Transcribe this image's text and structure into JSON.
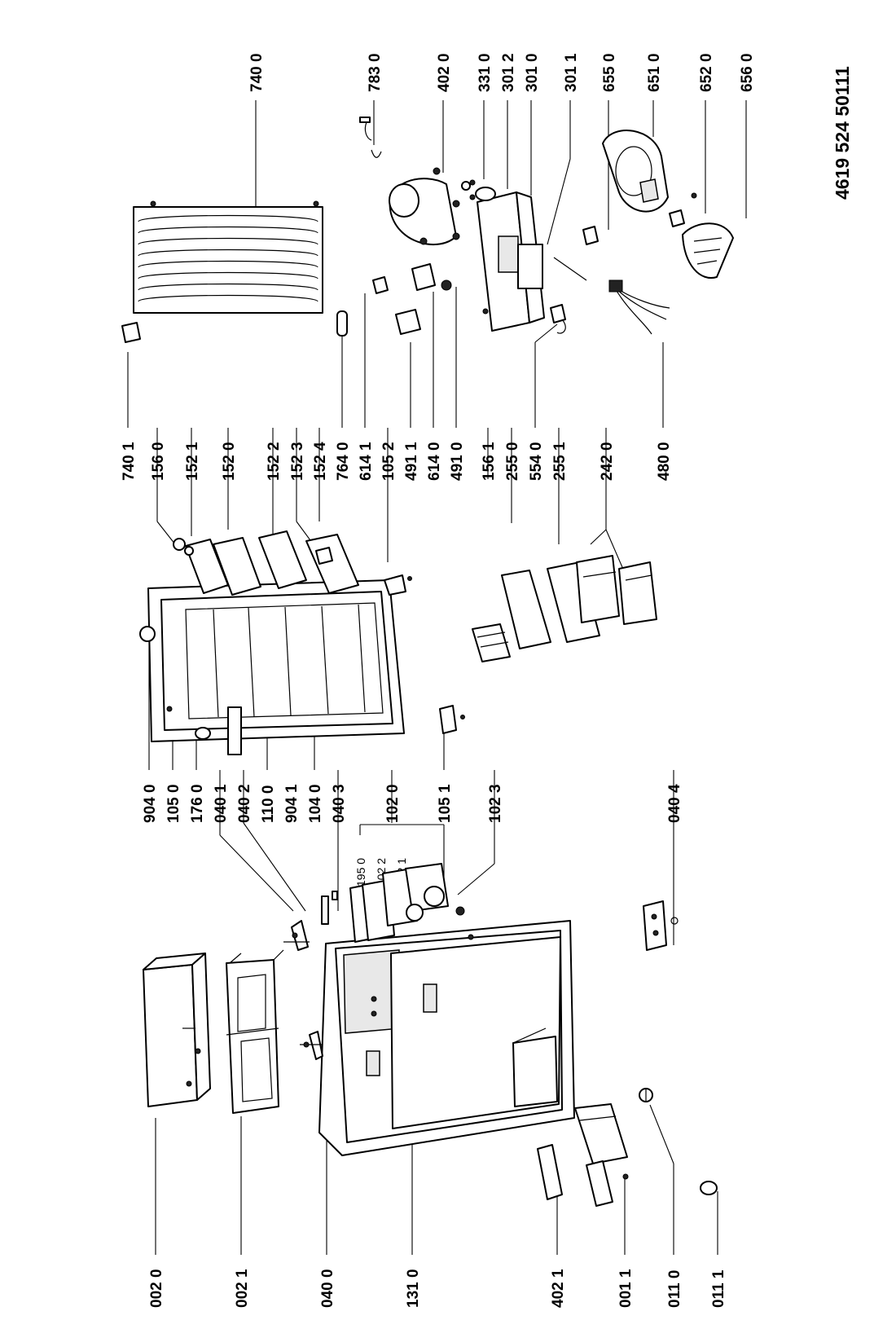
{
  "document_number": "4619 524 50111",
  "callouts": [
    {
      "id": "c-0020",
      "text": "002 0"
    },
    {
      "id": "c-0021",
      "text": "002 1"
    },
    {
      "id": "c-0400",
      "text": "040 0"
    },
    {
      "id": "c-1310",
      "text": "131 0"
    },
    {
      "id": "c-4021",
      "text": "402 1"
    },
    {
      "id": "c-0011",
      "text": "001 1"
    },
    {
      "id": "c-0110",
      "text": "011 0"
    },
    {
      "id": "c-0111",
      "text": "011 1"
    },
    {
      "id": "c-9040",
      "text": "904 0"
    },
    {
      "id": "c-1050",
      "text": "105 0"
    },
    {
      "id": "c-1760",
      "text": "176 0"
    },
    {
      "id": "c-0401",
      "text": "040 1"
    },
    {
      "id": "c-0402",
      "text": "040 2"
    },
    {
      "id": "c-1100",
      "text": "110 0"
    },
    {
      "id": "c-9041",
      "text": "904 1"
    },
    {
      "id": "c-1040",
      "text": "104 0"
    },
    {
      "id": "c-0403",
      "text": "040 3"
    },
    {
      "id": "c-1020",
      "text": "102 0"
    },
    {
      "id": "c-1051",
      "text": "105 1"
    },
    {
      "id": "c-1023",
      "text": "102 3"
    },
    {
      "id": "c-0404",
      "text": "040 4"
    },
    {
      "id": "c-7401",
      "text": "740 1"
    },
    {
      "id": "c-1560",
      "text": "156 0"
    },
    {
      "id": "c-1521",
      "text": "152 1"
    },
    {
      "id": "c-1520",
      "text": "152 0"
    },
    {
      "id": "c-1522",
      "text": "152 2"
    },
    {
      "id": "c-1523",
      "text": "152 3"
    },
    {
      "id": "c-1524",
      "text": "152 4"
    },
    {
      "id": "c-7640",
      "text": "764 0"
    },
    {
      "id": "c-6141",
      "text": "614 1"
    },
    {
      "id": "c-1052",
      "text": "105 2"
    },
    {
      "id": "c-4911",
      "text": "491 1"
    },
    {
      "id": "c-6140",
      "text": "614 0"
    },
    {
      "id": "c-4910",
      "text": "491 0"
    },
    {
      "id": "c-1561",
      "text": "156 1"
    },
    {
      "id": "c-2550",
      "text": "255 0"
    },
    {
      "id": "c-5540",
      "text": "554 0"
    },
    {
      "id": "c-2551",
      "text": "255 1"
    },
    {
      "id": "c-2420",
      "text": "242 0"
    },
    {
      "id": "c-4800",
      "text": "480 0"
    },
    {
      "id": "c-7400",
      "text": "740 0"
    },
    {
      "id": "c-7830",
      "text": "783 0"
    },
    {
      "id": "c-4020",
      "text": "402 0"
    },
    {
      "id": "c-3310",
      "text": "331 0"
    },
    {
      "id": "c-3012",
      "text": "301 2"
    },
    {
      "id": "c-3010",
      "text": "301 0"
    },
    {
      "id": "c-3011",
      "text": "301 1"
    },
    {
      "id": "c-6550",
      "text": "655 0"
    },
    {
      "id": "c-6510",
      "text": "651 0"
    },
    {
      "id": "c-6520",
      "text": "652 0"
    },
    {
      "id": "c-6560",
      "text": "656 0"
    }
  ],
  "sub_callouts": [
    {
      "id": "s-1950",
      "text": "195 0"
    },
    {
      "id": "s-1022",
      "text": "102 2"
    },
    {
      "id": "s-1021",
      "text": "102 1"
    }
  ]
}
